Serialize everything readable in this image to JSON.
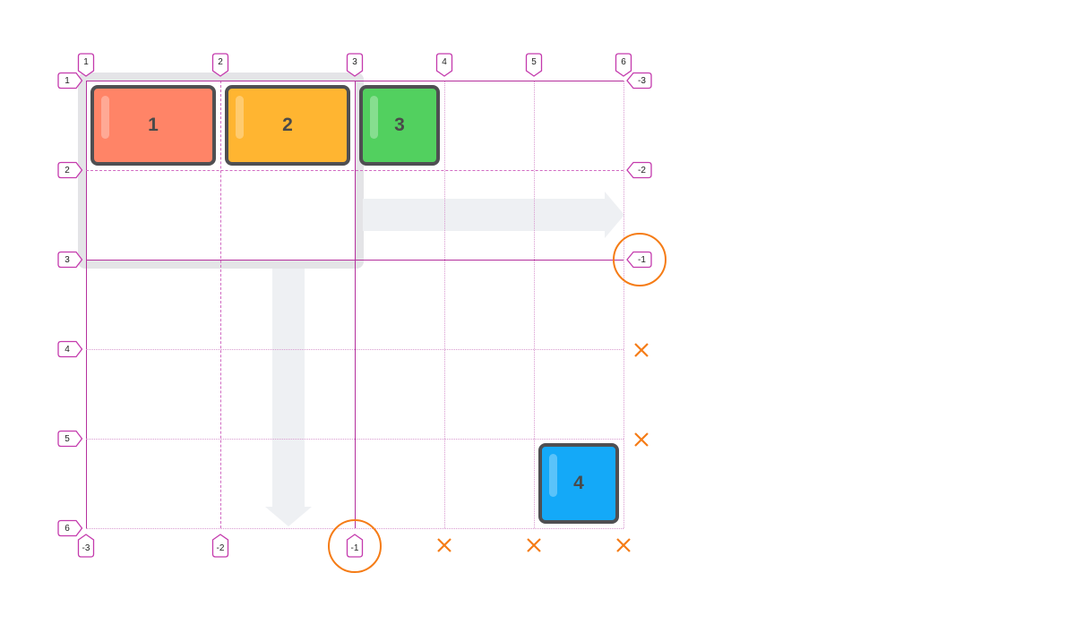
{
  "diagram": {
    "title": "",
    "colors": {
      "explicit_line": "#b5309d",
      "implicit_line": "#d99bd0",
      "highlight": "#f57c16",
      "implicit_area": "#e4e4e7",
      "flow_arrow": "#eef0f3"
    },
    "items": [
      {
        "label": "1",
        "color": "#ff8467"
      },
      {
        "label": "2",
        "color": "#ffb531"
      },
      {
        "label": "3",
        "color": "#52d05f"
      },
      {
        "label": "4",
        "color": "#14a9f8"
      }
    ],
    "column_tags_top": [
      "1",
      "2",
      "3",
      "4",
      "5",
      "6"
    ],
    "row_tags_left": [
      "1",
      "2",
      "3",
      "4",
      "5",
      "6"
    ],
    "column_tags_bottom": [
      "-3",
      "-2",
      "-1"
    ],
    "row_tags_right": [
      "-3",
      "-2",
      "-1"
    ],
    "invalid_marker": "✕",
    "invalid_marker_count": 5
  }
}
